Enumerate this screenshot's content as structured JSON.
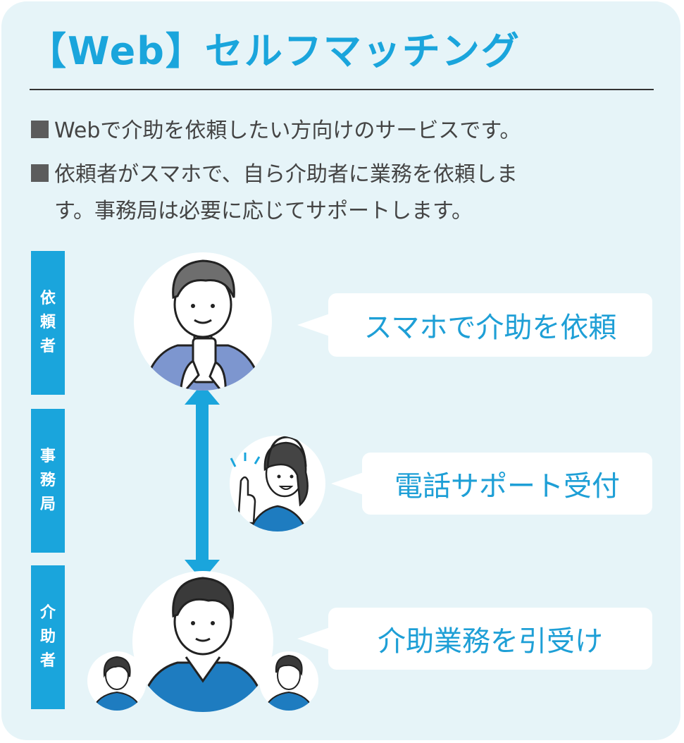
{
  "title": "【Web】セルフマッチング",
  "bullets": [
    {
      "line1": "Webで介助を依頼したい方向けのサービスです。"
    },
    {
      "line1": "依頼者がスマホで、自ら介助者に業務を依頼しま",
      "line2": "す。事務局は必要に応じてサポートします。"
    }
  ],
  "roles": [
    {
      "label": [
        "依",
        "頼",
        "者"
      ],
      "bubble": "スマホで介助を依頼"
    },
    {
      "label": [
        "事",
        "務",
        "局"
      ],
      "bubble": "電話サポート受付"
    },
    {
      "label": [
        "介",
        "助",
        "者"
      ],
      "bubble": "介助業務を引受け"
    }
  ],
  "colors": {
    "accent": "#1aa5dc",
    "background": "#e6f4f8",
    "text": "#444444"
  }
}
